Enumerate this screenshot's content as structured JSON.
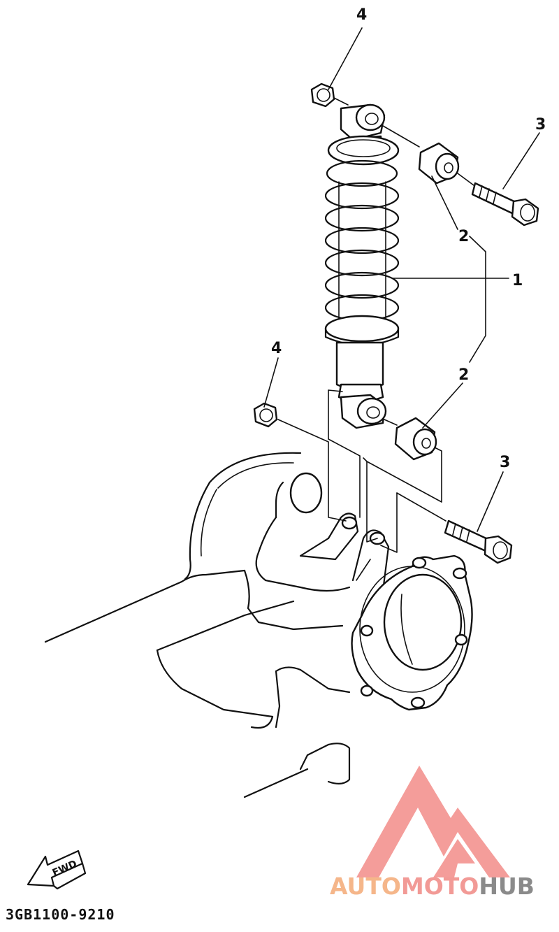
{
  "diagram": {
    "callouts": [
      {
        "id": "c4-top",
        "label": "4"
      },
      {
        "id": "c3-top",
        "label": "3"
      },
      {
        "id": "c2-upper",
        "label": "2"
      },
      {
        "id": "c1",
        "label": "1"
      },
      {
        "id": "c4-lower",
        "label": "4"
      },
      {
        "id": "c2-lower",
        "label": "2"
      },
      {
        "id": "c3-lower",
        "label": "3"
      }
    ],
    "direction_label": "FWD",
    "part_code": "3GB1100-9210"
  },
  "watermark": {
    "brand_part1": "AUTO",
    "brand_part2": "MOTO",
    "brand_part3": "HUB",
    "colors": {
      "logo_red": "#f28c88",
      "auto": "#f5b68a",
      "moto": "#f29a96",
      "hub": "#8a8a8a"
    }
  }
}
